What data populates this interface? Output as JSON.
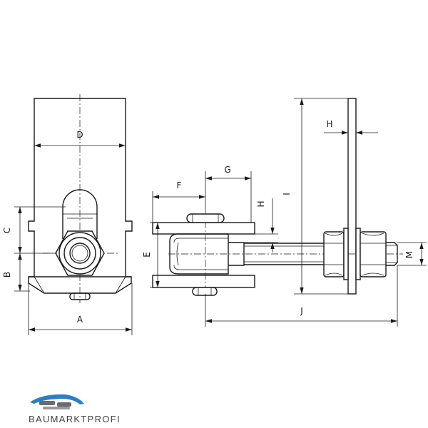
{
  "dimensions": {
    "a": "A",
    "b": "B",
    "c": "C",
    "d": "D",
    "e": "E",
    "f": "F",
    "g": "G",
    "h_top": "H",
    "h_mid": "H",
    "i": "I",
    "j": "J",
    "m": "M"
  },
  "logo": {
    "text": "BAUMARKTPROFI",
    "color": "#2a7fc6"
  }
}
